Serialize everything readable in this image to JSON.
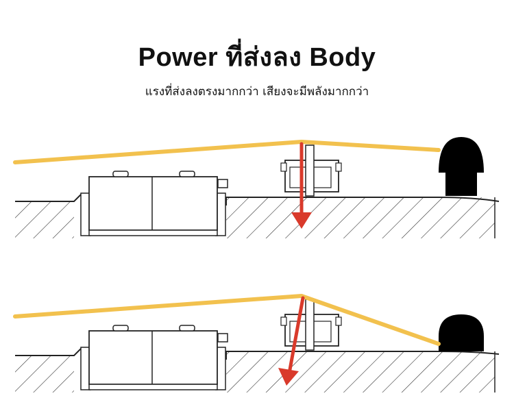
{
  "header": {
    "title": "Power ที่ส่งลง Body",
    "subtitle": "แรงที่ส่งลงตรงมากกว่า เสียงจะมีพลังมากกว่า"
  },
  "colors": {
    "string": "#f2c14e",
    "force_arrow": "#d93a2b",
    "outline": "#222222",
    "saddle_fill": "#000000",
    "background": "#ffffff"
  },
  "diagrams": [
    {
      "id": "top",
      "description_key": "higher-saddle-straight-force"
    },
    {
      "id": "bottom",
      "description_key": "lower-saddle-angled-force"
    }
  ]
}
